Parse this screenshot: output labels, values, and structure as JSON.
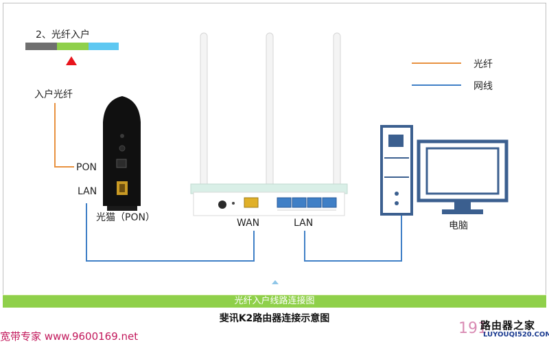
{
  "step_label": "2、光纤入户",
  "legend": {
    "fiber": "光纤",
    "network": "网线"
  },
  "colors": {
    "fiber": "#e8913f",
    "network": "#3f7fc6",
    "banner": "#8fd04a",
    "accent_green": "#8fd04a",
    "accent_blue": "#5ec8f2",
    "marker": "#e8141c"
  },
  "labels": {
    "home_fiber": "入户光纤",
    "pon": "PON",
    "lan_modem": "LAN",
    "modem_name": "光猫（PON）",
    "wan": "WAN",
    "lan_router": "LAN",
    "computer": "电脑"
  },
  "banner_text": "光纤入户线路连接图",
  "caption": "斐讯K2路由器连接示意图",
  "watermark_left": "宽带专家 www.9600169.net",
  "watermark_right_num": "191",
  "logo_text": "路由器之家",
  "logo_url": "LUYOUQI520.COM"
}
